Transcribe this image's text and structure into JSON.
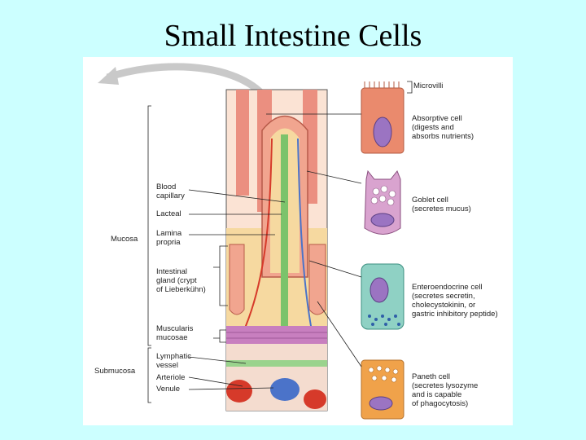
{
  "slide": {
    "title": "Small Intestine Cells"
  },
  "labels": {
    "microvilli": "Microvilli",
    "absorptive": "Absorptive cell\n(digests and\nabsorbs nutrients)",
    "goblet": "Goblet cell\n(secretes mucus)",
    "enteroendocrine": "Enteroendocrine cell\n(secretes secretin,\ncholecystokinin, or\ngastric inhibitory peptide)",
    "paneth": "Paneth cell\n(secretes lysozyme\nand is capable\nof phagocytosis)",
    "blood_capillary": "Blood\ncapillary",
    "lacteal": "Lacteal",
    "lamina_propria": "Lamina\npropria",
    "intestinal_gland": "Intestinal\ngland (crypt\nof Lieberkühn)",
    "muscularis_mucosae": "Muscularis\nmucosae",
    "lymphatic_vessel": "Lymphatic\nvessel",
    "arteriole": "Arteriole",
    "venule": "Venule",
    "mucosa": "Mucosa",
    "submucosa": "Submucosa"
  },
  "colors": {
    "background": "#ccffff",
    "villus": "#f1a58f",
    "lamina": "#f6d9a0",
    "lacteal": "#7cc36b",
    "arteriole": "#d63a2a",
    "venule": "#4b73c9",
    "muscle": "#c87fbf",
    "goblet": "#d9a3cf",
    "enteroendocrine": "#8fd1c4",
    "paneth": "#f0a24a"
  }
}
